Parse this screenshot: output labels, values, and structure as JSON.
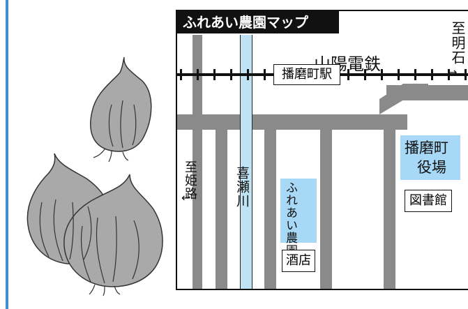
{
  "map": {
    "title": "ふれあい農園マップ",
    "railway_name": "山陽電鉄",
    "station": "播磨町駅",
    "to_akashi": "至明石",
    "to_himeji": "至姫路",
    "river": "喜瀬川",
    "farm": "ふれあい農園",
    "town_hall_line1": "播磨町",
    "town_hall_line2": "役場",
    "library": "図書館",
    "liquor_store": "酒店",
    "arrow_right": "→",
    "arrow_left": "←"
  },
  "colors": {
    "road": "#8a8a8a",
    "river": "#bfe3f3",
    "highlight": "#a7d8f5",
    "rule": "#3f8fd2"
  },
  "decor": {
    "illustration": "onion-icon"
  }
}
